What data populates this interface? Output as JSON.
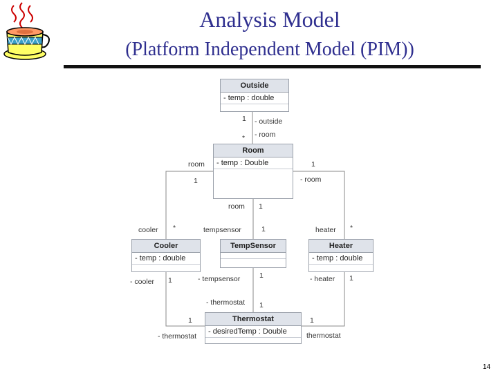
{
  "header": {
    "title": "Analysis Model",
    "subtitle": "(Platform Independent Model (PIM))"
  },
  "logo": {
    "icon": "coffee-cup-icon"
  },
  "diagram": {
    "classes": {
      "outside": {
        "name": "Outside",
        "attr": "- temp : double"
      },
      "room": {
        "name": "Room",
        "attr": "- temp : Double"
      },
      "cooler": {
        "name": "Cooler",
        "attr": "- temp : double"
      },
      "tempsensor": {
        "name": "TempSensor",
        "attr": ""
      },
      "heater": {
        "name": "Heater",
        "attr": "- temp : double"
      },
      "thermostat": {
        "name": "Thermostat",
        "attr": "- desiredTemp : Double"
      }
    },
    "labels": {
      "outside_mult": "1",
      "outside_role": "- outside",
      "room_mult_star": "*",
      "room_role": "- room",
      "room_left_role": "room",
      "room_left_mult": "1",
      "room_right_mult": "1",
      "room_right_role": "- room",
      "room_bottom_role": "room",
      "room_bottom_mult": "1",
      "cooler_role_top": "cooler",
      "cooler_mult_top": "*",
      "tempsensor_role_top": "tempsensor",
      "tempsensor_mult_top": "1",
      "heater_role_top": "heater",
      "heater_mult_top": "*",
      "cooler_role_bottom": "- cooler",
      "cooler_mult_bottom": "1",
      "tempsensor_role_bottom": "- tempsensor",
      "tempsensor_mult_bottom": "1",
      "heater_role_bottom": "- heater",
      "heater_mult_bottom": "1",
      "thermostat_role_mid": "- thermostat",
      "thermostat_mult_mid": "1",
      "thermostat_mult_left": "1",
      "thermostat_role_left": "- thermostat",
      "thermostat_mult_right": "1",
      "thermostat_role_right": "thermostat"
    }
  },
  "footer": {
    "page_number": "14"
  }
}
